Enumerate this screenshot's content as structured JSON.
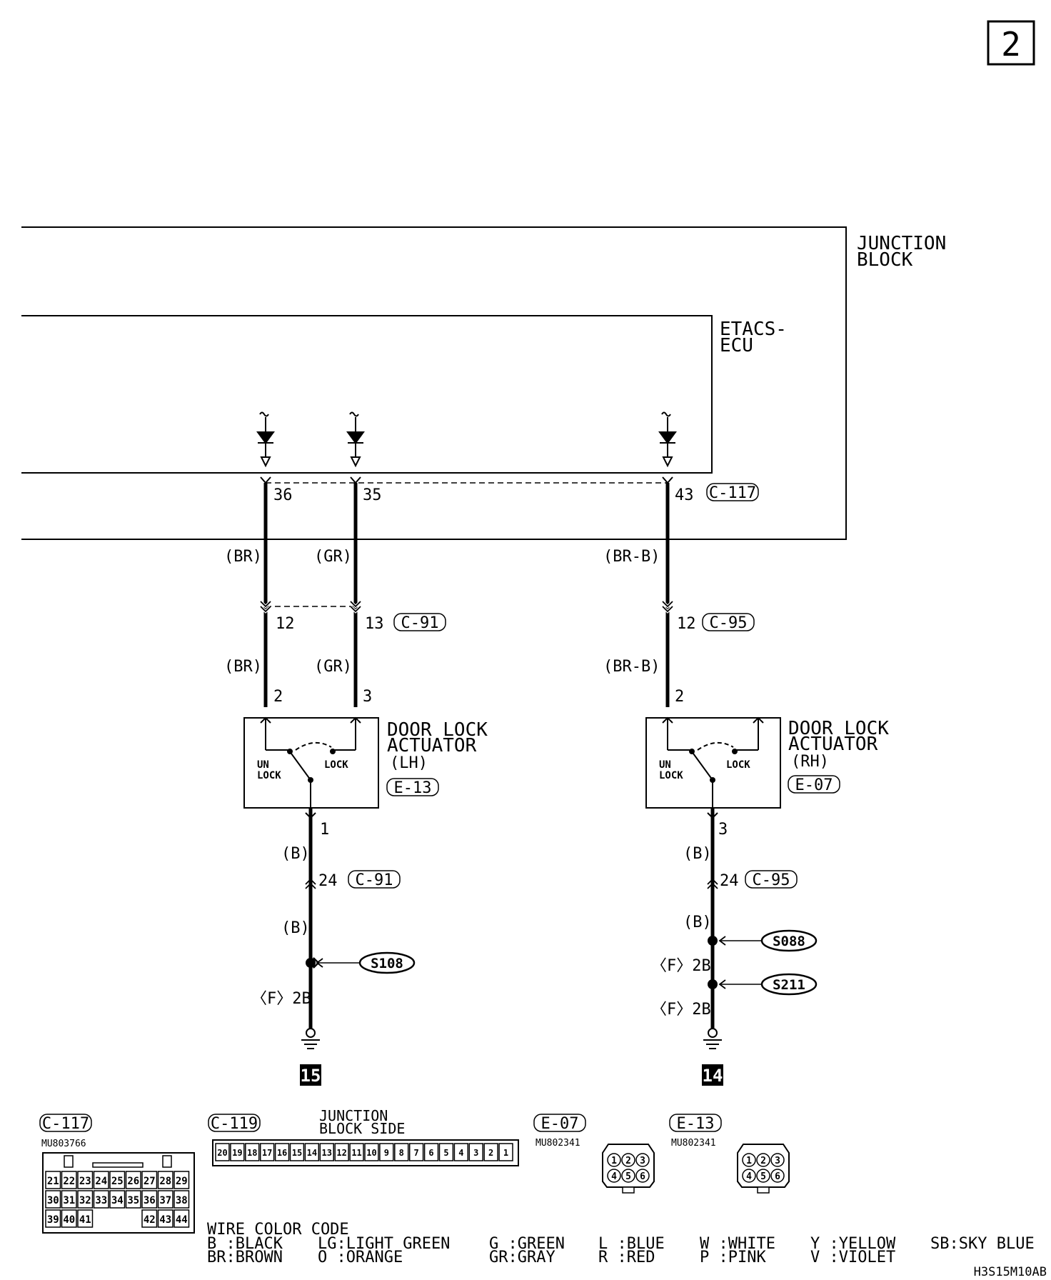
{
  "page_number": "2",
  "blocks": {
    "junction_block": [
      "JUNCTION",
      "BLOCK"
    ],
    "etacs_ecu": [
      "ETACS-",
      "ECU"
    ]
  },
  "pins": {
    "c117_36": "36",
    "c117_35": "35",
    "c117_43": "43",
    "c91_12": "12",
    "c91_13": "13",
    "c95_12": "12",
    "lh_2": "2",
    "lh_3": "3",
    "lh_1": "1",
    "rh_2": "2",
    "rh_3": "3",
    "c91_24": "24",
    "c95_24": "24"
  },
  "connectors": {
    "c117": "C-117",
    "c91": "C-91",
    "c95": "C-95",
    "e13": "E-13",
    "e07": "E-07",
    "c119": "C-119"
  },
  "wires": {
    "br": "(BR)",
    "gr": "(GR)",
    "brb": "(BR-B)",
    "b": "(B)",
    "f2b": "〈F〉2B"
  },
  "actuators": {
    "lh": [
      "DOOR LOCK",
      "ACTUATOR",
      "(LH)"
    ],
    "rh": [
      "DOOR LOCK",
      "ACTUATOR",
      "(RH)"
    ],
    "unlock": [
      "UN",
      "LOCK"
    ],
    "lock": "LOCK"
  },
  "splices": {
    "s108": "S108",
    "s088": "S088",
    "s211": "S211"
  },
  "grounds": {
    "g15": "15",
    "g14": "14"
  },
  "connector_views": {
    "c117_part": "MU803766",
    "c119_title": [
      "JUNCTION",
      "BLOCK SIDE"
    ],
    "e07_part": "MU802341",
    "e13_part": "MU802341",
    "c117_rows": [
      [
        "21",
        "22",
        "23",
        "24",
        "25",
        "26",
        "27",
        "28",
        "29"
      ],
      [
        "30",
        "31",
        "32",
        "33",
        "34",
        "35",
        "36",
        "37",
        "38"
      ],
      [
        "39",
        "40",
        "41",
        "",
        "",
        "",
        "42",
        "43",
        "44"
      ]
    ],
    "c119_pins": [
      "20",
      "19",
      "18",
      "17",
      "16",
      "15",
      "14",
      "13",
      "12",
      "11",
      "10",
      "9",
      "8",
      "7",
      "6",
      "5",
      "4",
      "3",
      "2",
      "1"
    ],
    "e_pins": [
      "1",
      "2",
      "3",
      "4",
      "5",
      "6"
    ]
  },
  "legend": {
    "title": "WIRE COLOR CODE",
    "row1": [
      "B :BLACK",
      "LG:LIGHT GREEN",
      "G :GREEN",
      "L :BLUE",
      "W :WHITE",
      "Y :YELLOW",
      "SB:SKY BLUE"
    ],
    "row2": [
      "BR:BROWN",
      "O :ORANGE",
      "GR:GRAY",
      "R :RED",
      "P :PINK",
      "V :VIOLET"
    ]
  },
  "figure_id": "H3S15M10AB"
}
